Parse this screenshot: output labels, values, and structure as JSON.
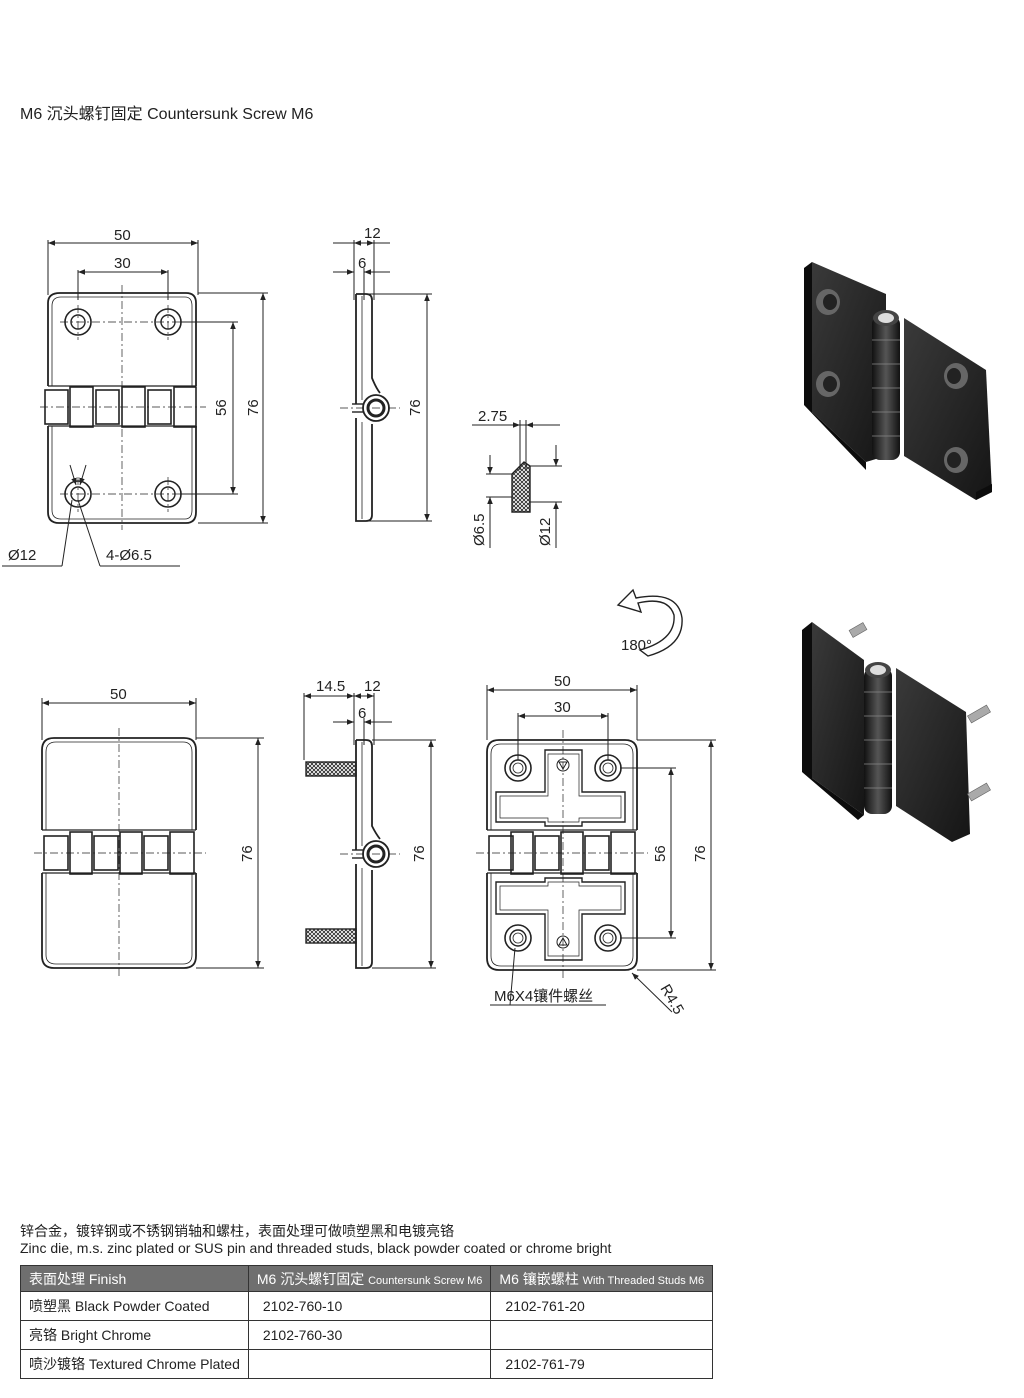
{
  "title": "M6 沉头螺钉固定  Countersunk Screw M6",
  "dims": {
    "d50a": "50",
    "d30a": "30",
    "d56a": "56",
    "d76a": "76",
    "d12a": "12",
    "d6a": "6",
    "d76b": "76",
    "d275": "2.75",
    "d65v": "Ø6.5",
    "d12v": "Ø12",
    "d12phi": "Ø12",
    "d4phi": "4-Ø6.5",
    "rot": "180°",
    "d50b": "50",
    "d76c": "76",
    "d145": "14.5",
    "d12b": "12",
    "d6b": "6",
    "d76d": "76",
    "d50c": "50",
    "d30c": "30",
    "d56c": "56",
    "d76e": "76",
    "m6x4": "M6X4镶件螺丝",
    "r45": "R4.5"
  },
  "description": {
    "cn": "锌合金，镀锌钢或不锈钢销轴和螺柱，表面处理可做喷塑黑和电镀亮铬",
    "en": "Zinc die, m.s. zinc plated or SUS pin and threaded studs, black powder coated or chrome bright"
  },
  "table": {
    "headers": [
      {
        "main": "表面处理 Finish",
        "small": ""
      },
      {
        "main": "M6 沉头螺钉固定 ",
        "small": "Countersunk Screw M6"
      },
      {
        "main": "M6 镶嵌螺柱 ",
        "small": "With Threaded Studs M6"
      }
    ],
    "rows": [
      {
        "finish": "喷塑黑 Black Powder Coated",
        "countersunk": "2102-760-10",
        "studs": "2102-761-20"
      },
      {
        "finish": "亮铬 Bright Chrome",
        "countersunk": "2102-760-30",
        "studs": ""
      },
      {
        "finish": "喷沙镀铬 Textured Chrome Plated",
        "countersunk": "",
        "studs": "2102-761-79"
      }
    ]
  }
}
